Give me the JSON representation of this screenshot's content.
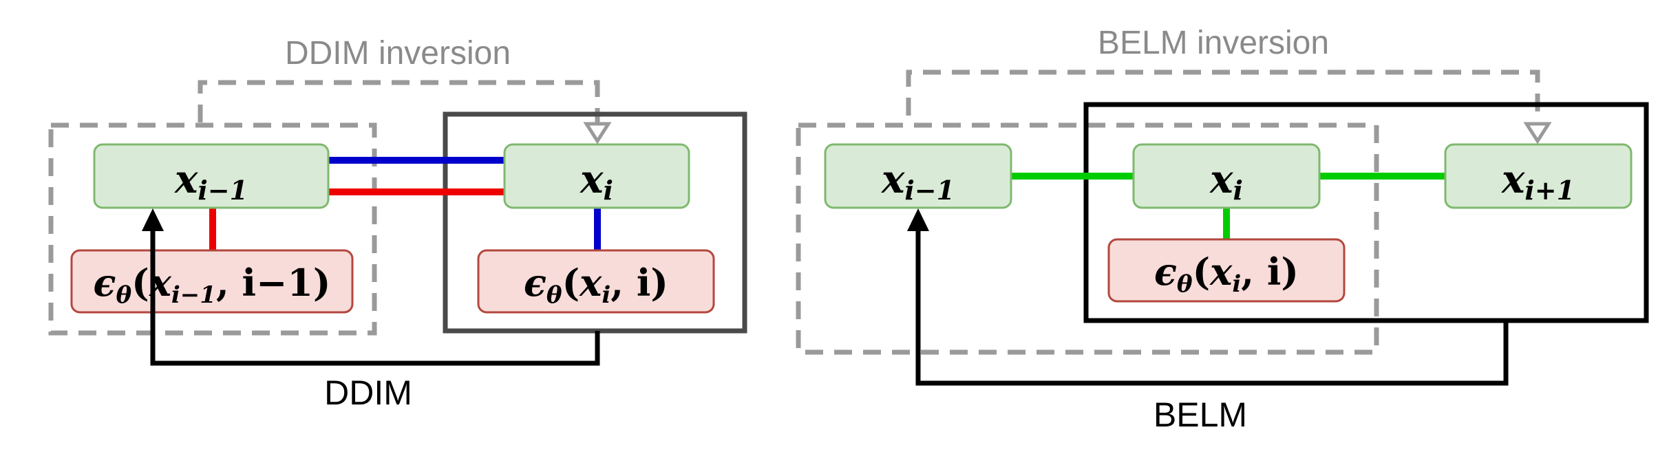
{
  "colors": {
    "node_fill": "#d9ebd6",
    "node_stroke": "#7fb86f",
    "eps_fill": "#f8dcda",
    "eps_stroke": "#b3473d",
    "dashed_gray": "#9a9a9a",
    "box_dark": "#4a4a4a",
    "box_black": "#000000",
    "line_blue": "#0000cc",
    "line_red": "#ee0000",
    "line_green": "#00cc00",
    "caption_gray": "#8a8a8a",
    "caption_black": "#000000"
  },
  "ddim": {
    "inversion_title": "DDIM inversion",
    "label": "DDIM",
    "node_prev": {
      "base": "x",
      "sub": "i−1"
    },
    "node_cur": {
      "base": "x",
      "sub": "i"
    },
    "eps_prev": {
      "pre": "ϵ",
      "theta": "θ",
      "open": "(",
      "x": "x",
      "sub": "i−1",
      "rest": ", i−1)"
    },
    "eps_cur": {
      "pre": "ϵ",
      "theta": "θ",
      "open": "(",
      "x": "x",
      "sub": "i",
      "rest": ", i)"
    }
  },
  "belm": {
    "inversion_title": "BELM inversion",
    "label": "BELM",
    "node_prev": {
      "base": "x",
      "sub": "i−1"
    },
    "node_cur": {
      "base": "x",
      "sub": "i"
    },
    "node_next": {
      "base": "x",
      "sub": "i+1"
    },
    "eps_cur": {
      "pre": "ϵ",
      "theta": "θ",
      "open": "(",
      "x": "x",
      "sub": "i",
      "rest": ", i)"
    }
  }
}
